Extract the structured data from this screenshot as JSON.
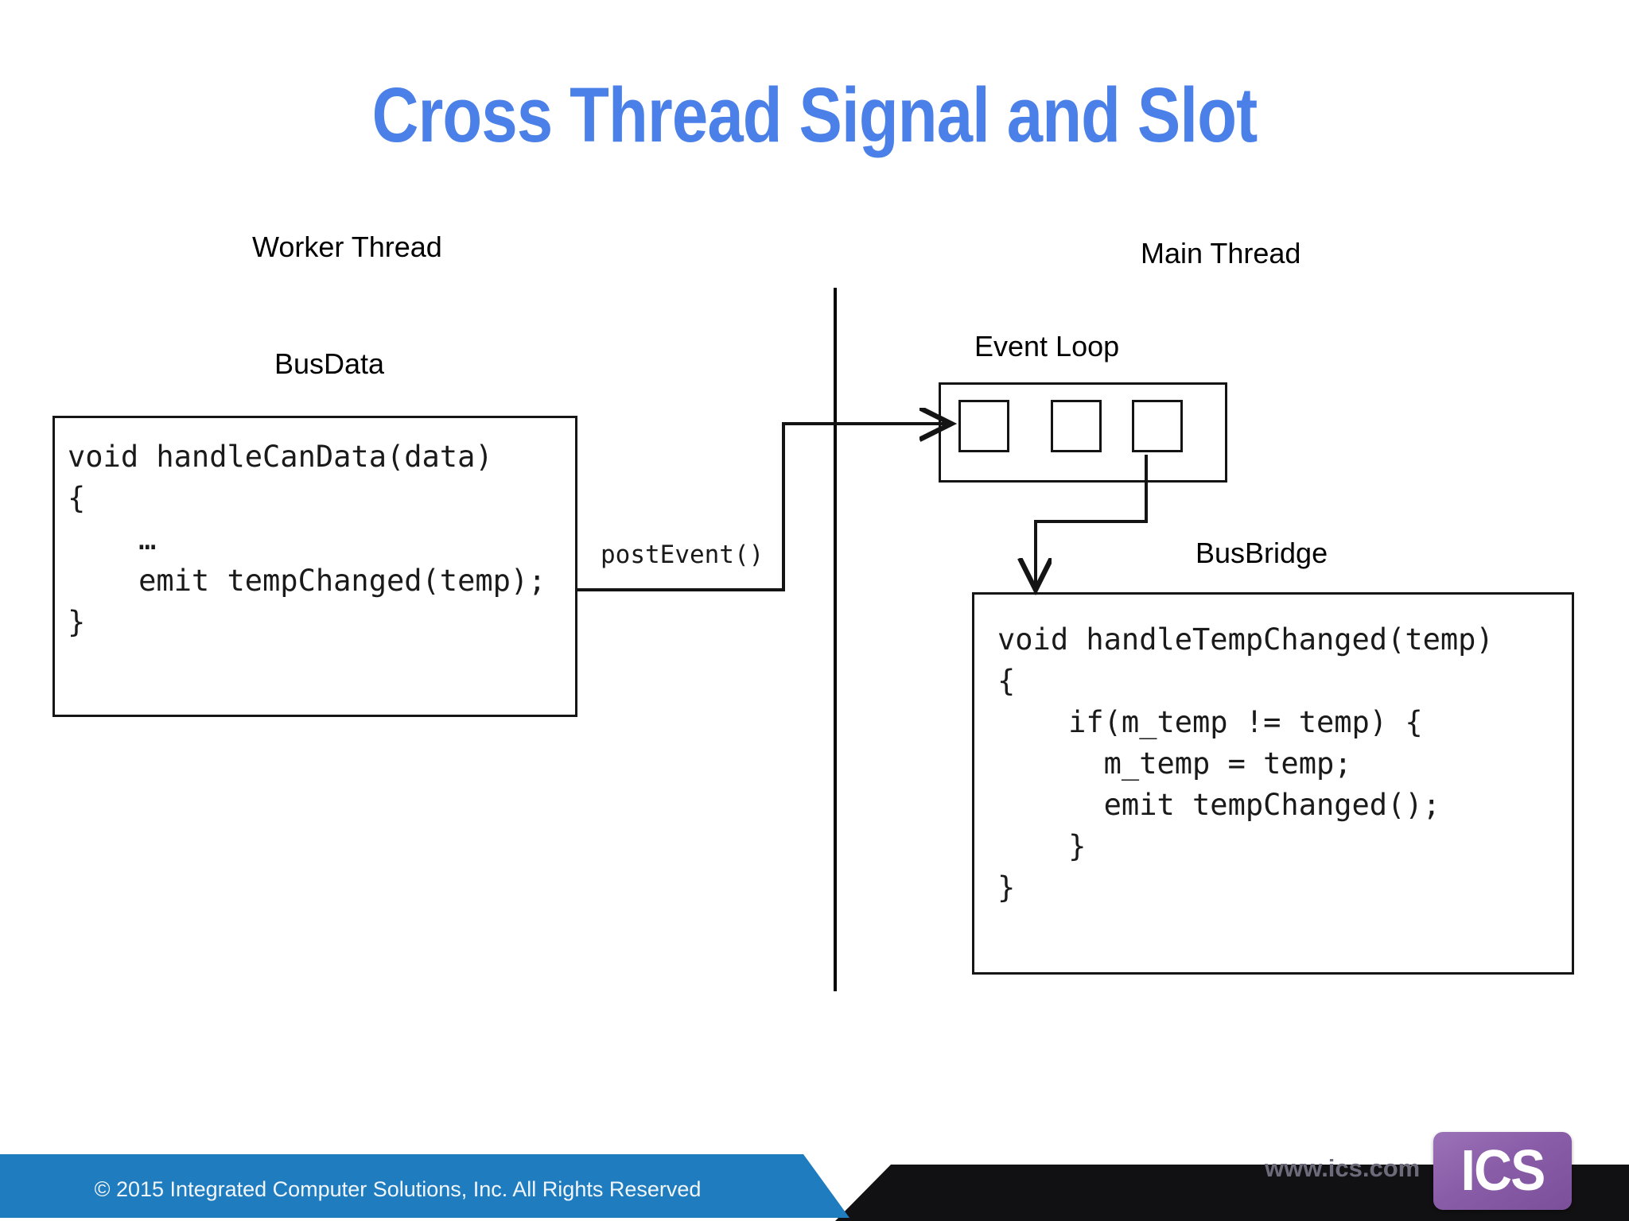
{
  "slide": {
    "title": "Cross Thread Signal and Slot",
    "title_color": "#4a80e8",
    "background": "#ffffff"
  },
  "diagram": {
    "left_column_label": "Worker Thread",
    "right_column_label": "Main Thread",
    "busdata_label": "BusData",
    "event_loop_label": "Event Loop",
    "busbridge_label": "BusBridge",
    "post_event_label": "postEvent()",
    "busdata_code": "void handleCanData(data)\n{\n    …\n    emit tempChanged(temp);\n}",
    "busbridge_code": "void handleTempChanged(temp)\n{\n    if(m_temp != temp) {\n      m_temp = temp;\n      emit tempChanged();\n    }\n}",
    "event_loop_slots": [
      "",
      "",
      ""
    ],
    "stroke_color": "#141414"
  },
  "footer": {
    "copyright": "© 2015 Integrated Computer Solutions, Inc. All Rights Reserved",
    "url": "www.ics.com",
    "logo_text": "ICS",
    "blue": "#1f7dbf",
    "black": "#111113",
    "purple": "#8a5da8"
  }
}
